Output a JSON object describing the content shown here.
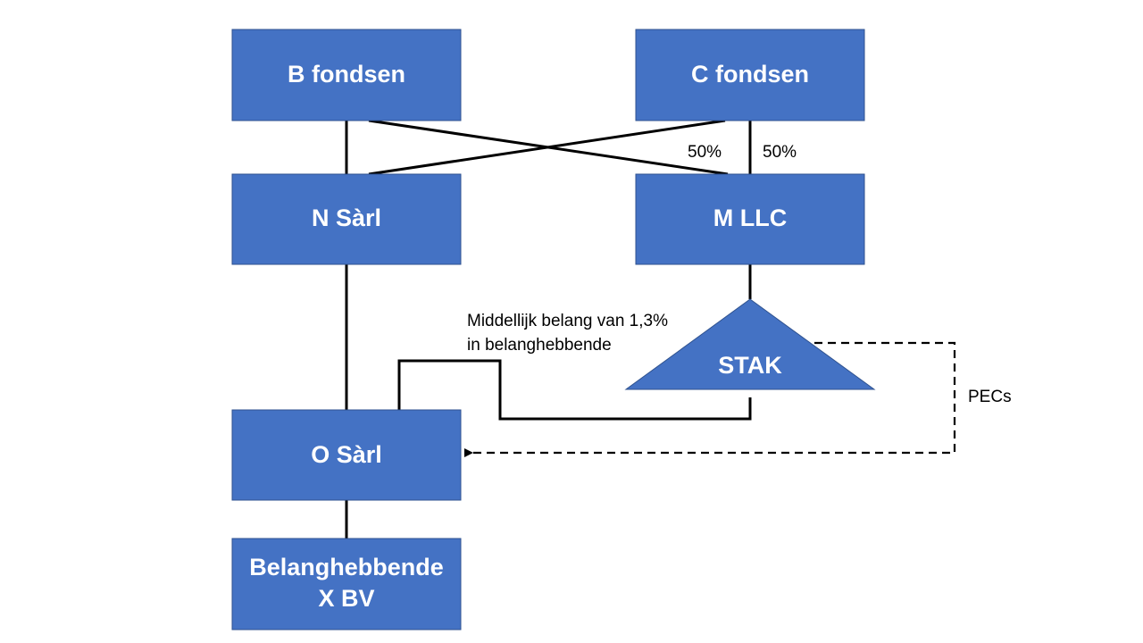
{
  "nodes": {
    "b_fondsen": "B fondsen",
    "c_fondsen": "C fondsen",
    "n_sarl": "N Sàrl",
    "m_llc": "M LLC",
    "stak": "STAK",
    "o_sarl": "O Sàrl",
    "belanghebbende_line1": "Belanghebbende",
    "belanghebbende_line2": "X BV"
  },
  "annotations": {
    "pct_left": "50%",
    "pct_right": "50%",
    "indirect_line1": "Middellijk belang van 1,3%",
    "indirect_line2": "in belanghebbende",
    "pecs": "PECs"
  },
  "colors": {
    "box_fill": "#4472C4",
    "box_stroke": "#2F528F",
    "line": "#000000",
    "label_text": "#FFFFFF"
  }
}
